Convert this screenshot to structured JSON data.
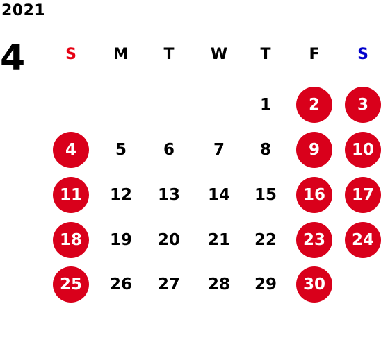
{
  "calendar": {
    "year": "2021",
    "month": "4",
    "weekdays": [
      {
        "label": "S",
        "type": "sun"
      },
      {
        "label": "M",
        "type": ""
      },
      {
        "label": "T",
        "type": ""
      },
      {
        "label": "W",
        "type": ""
      },
      {
        "label": "T",
        "type": ""
      },
      {
        "label": "F",
        "type": ""
      },
      {
        "label": "S",
        "type": "sat"
      }
    ],
    "days": [
      {
        "day": "1",
        "col": 4,
        "row": 0,
        "highlighted": false
      },
      {
        "day": "2",
        "col": 5,
        "row": 0,
        "highlighted": true
      },
      {
        "day": "3",
        "col": 6,
        "row": 0,
        "highlighted": true
      },
      {
        "day": "4",
        "col": 0,
        "row": 1,
        "highlighted": true
      },
      {
        "day": "5",
        "col": 1,
        "row": 1,
        "highlighted": false
      },
      {
        "day": "6",
        "col": 2,
        "row": 1,
        "highlighted": false
      },
      {
        "day": "7",
        "col": 3,
        "row": 1,
        "highlighted": false
      },
      {
        "day": "8",
        "col": 4,
        "row": 1,
        "highlighted": false
      },
      {
        "day": "9",
        "col": 5,
        "row": 1,
        "highlighted": true
      },
      {
        "day": "10",
        "col": 6,
        "row": 1,
        "highlighted": true
      },
      {
        "day": "11",
        "col": 0,
        "row": 2,
        "highlighted": true
      },
      {
        "day": "12",
        "col": 1,
        "row": 2,
        "highlighted": false
      },
      {
        "day": "13",
        "col": 2,
        "row": 2,
        "highlighted": false
      },
      {
        "day": "14",
        "col": 3,
        "row": 2,
        "highlighted": false
      },
      {
        "day": "15",
        "col": 4,
        "row": 2,
        "highlighted": false
      },
      {
        "day": "16",
        "col": 5,
        "row": 2,
        "highlighted": true
      },
      {
        "day": "17",
        "col": 6,
        "row": 2,
        "highlighted": true
      },
      {
        "day": "18",
        "col": 0,
        "row": 3,
        "highlighted": true
      },
      {
        "day": "19",
        "col": 1,
        "row": 3,
        "highlighted": false
      },
      {
        "day": "20",
        "col": 2,
        "row": 3,
        "highlighted": false
      },
      {
        "day": "21",
        "col": 3,
        "row": 3,
        "highlighted": false
      },
      {
        "day": "22",
        "col": 4,
        "row": 3,
        "highlighted": false
      },
      {
        "day": "23",
        "col": 5,
        "row": 3,
        "highlighted": true
      },
      {
        "day": "24",
        "col": 6,
        "row": 3,
        "highlighted": true
      },
      {
        "day": "25",
        "col": 0,
        "row": 4,
        "highlighted": true
      },
      {
        "day": "26",
        "col": 1,
        "row": 4,
        "highlighted": false
      },
      {
        "day": "27",
        "col": 2,
        "row": 4,
        "highlighted": false
      },
      {
        "day": "28",
        "col": 3,
        "row": 4,
        "highlighted": false
      },
      {
        "day": "29",
        "col": 4,
        "row": 4,
        "highlighted": false
      },
      {
        "day": "30",
        "col": 5,
        "row": 4,
        "highlighted": true
      }
    ],
    "colors": {
      "highlight": "#d9001b",
      "sunday_label": "#e60012",
      "saturday_label": "#0000cc"
    }
  }
}
